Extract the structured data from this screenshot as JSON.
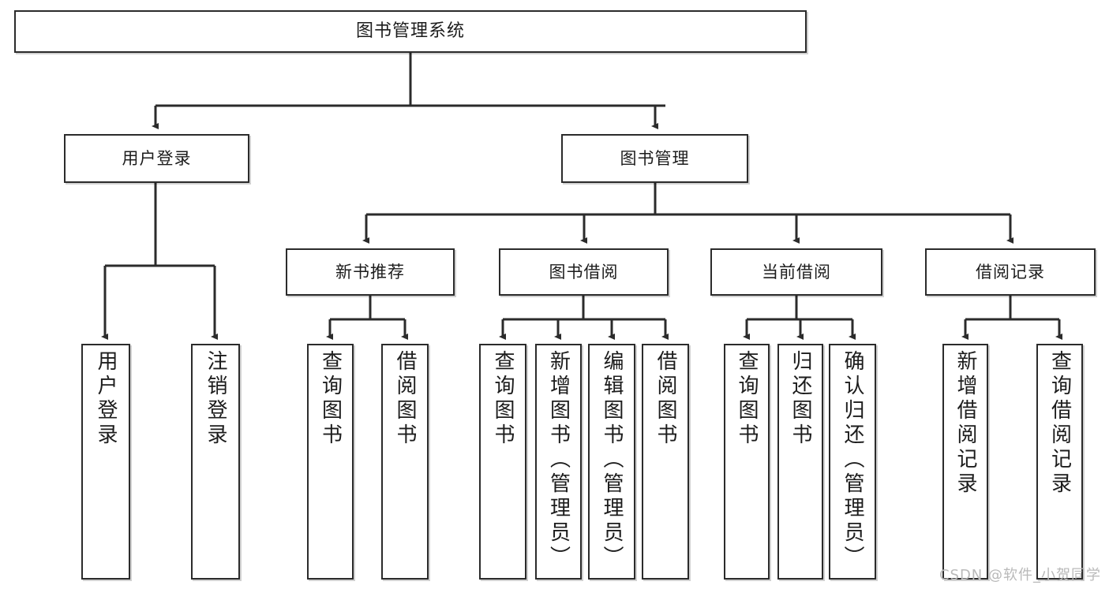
{
  "diagram": {
    "title": "图书管理系统",
    "type": "hierarchy-tree",
    "colors": {
      "box_border": "#2b2b2b",
      "box_fill": "#ffffff",
      "connector": "#2b2b2b",
      "text": "#1c1c1c",
      "watermark": "#b9b9b9"
    },
    "root": {
      "label": "图书管理系统"
    },
    "level2": [
      {
        "label": "用户登录"
      },
      {
        "label": "图书管理"
      }
    ],
    "level3": [
      {
        "label": "新书推荐"
      },
      {
        "label": "图书借阅"
      },
      {
        "label": "当前借阅"
      },
      {
        "label": "借阅记录"
      }
    ],
    "leaves": [
      {
        "label": "用户登录",
        "parent": "用户登录"
      },
      {
        "label": "注销登录",
        "parent": "用户登录"
      },
      {
        "label": "查询图书",
        "parent": "新书推荐"
      },
      {
        "label": "借阅图书",
        "parent": "新书推荐"
      },
      {
        "label": "查询图书",
        "parent": "图书借阅"
      },
      {
        "label": "新增图书（管理员）",
        "parent": "图书借阅"
      },
      {
        "label": "编辑图书（管理员）",
        "parent": "图书借阅"
      },
      {
        "label": "借阅图书",
        "parent": "图书借阅"
      },
      {
        "label": "查询图书",
        "parent": "当前借阅"
      },
      {
        "label": "归还图书",
        "parent": "当前借阅"
      },
      {
        "label": "确认归还（管理员）",
        "parent": "当前借阅"
      },
      {
        "label": "新增借阅记录",
        "parent": "借阅记录"
      },
      {
        "label": "查询借阅记录",
        "parent": "借阅记录"
      }
    ],
    "watermark": "CSDN @软件_小贺同学"
  }
}
